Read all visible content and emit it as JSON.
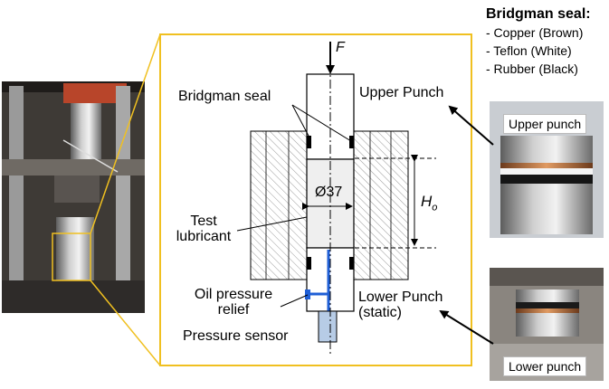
{
  "legend": {
    "title": "Bridgman seal:",
    "items": [
      "- Copper (Brown)",
      "- Teflon (White)",
      "- Rubber (Black)"
    ]
  },
  "diagram": {
    "force_label": "F",
    "bridgman_seal_label": "Bridgman seal",
    "upper_punch_label": "Upper Punch",
    "diameter_label": "Ø37",
    "height_label": "H",
    "height_subscript": "o",
    "test_lubricant_label": [
      "Test",
      "lubricant"
    ],
    "oil_pressure_label": [
      "Oil pressure",
      "relief"
    ],
    "pressure_sensor_label": "Pressure sensor",
    "lower_punch_label": [
      "Lower Punch",
      "(static)"
    ]
  },
  "photos": {
    "upper_punch_caption": "Upper punch",
    "lower_punch_caption": "Lower punch"
  },
  "colors": {
    "frame": "#f0c020",
    "oil_line": "#1f5fd6",
    "sensor": "#b7cce6",
    "copper": "#c07040",
    "lubricant": "#efefef"
  }
}
